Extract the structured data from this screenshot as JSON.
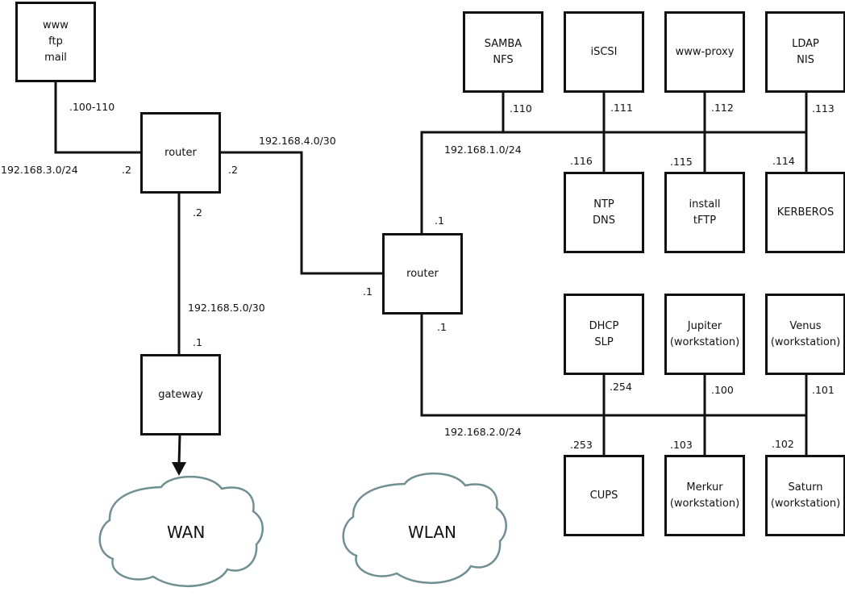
{
  "diagram": {
    "title": "",
    "nodes": {
      "web_server": [
        "www",
        "ftp",
        "mail"
      ],
      "router_left": [
        "router"
      ],
      "router_center": [
        "router"
      ],
      "gateway": [
        "gateway"
      ],
      "samba": [
        "SAMBA",
        "NFS"
      ],
      "iscsi": [
        "iSCSI"
      ],
      "www_proxy": [
        "www-proxy"
      ],
      "ldap": [
        "LDAP",
        "NIS"
      ],
      "ntp": [
        "NTP",
        "DNS"
      ],
      "install": [
        "install",
        "tFTP"
      ],
      "kerberos": [
        "KERBEROS"
      ],
      "dhcp": [
        "DHCP",
        "SLP"
      ],
      "jupiter": [
        "Jupiter",
        "(workstation)"
      ],
      "venus": [
        "Venus",
        "(workstation)"
      ],
      "cups": [
        "CUPS"
      ],
      "merkur": [
        "Merkur",
        "(workstation)"
      ],
      "saturn": [
        "Saturn",
        "(workstation)"
      ]
    },
    "clouds": {
      "wan": "WAN",
      "wlan": "WLAN"
    },
    "networks": {
      "net3": "192.168.3.0/24",
      "net4": "192.168.4.0/30",
      "net5": "192.168.5.0/30",
      "net1": "192.168.1.0/24",
      "net2": "192.168.2.0/24"
    },
    "addresses": {
      "web_server": ".100-110",
      "router_left_net3": ".2",
      "router_left_net4": ".2",
      "router_left_net5": ".2",
      "gateway_net5": ".1",
      "router_center_net4": ".1",
      "router_center_net1": ".1",
      "router_center_net2": ".1",
      "samba": ".110",
      "iscsi": ".111",
      "www_proxy": ".112",
      "ldap": ".113",
      "kerberos": ".114",
      "install": ".115",
      "ntp": ".116",
      "dhcp": ".254",
      "jupiter": ".100",
      "venus": ".101",
      "saturn": ".102",
      "merkur": ".103",
      "cups": ".253"
    },
    "colors": {
      "line": "#111111",
      "cloud_stroke": "#6f8f93"
    }
  }
}
